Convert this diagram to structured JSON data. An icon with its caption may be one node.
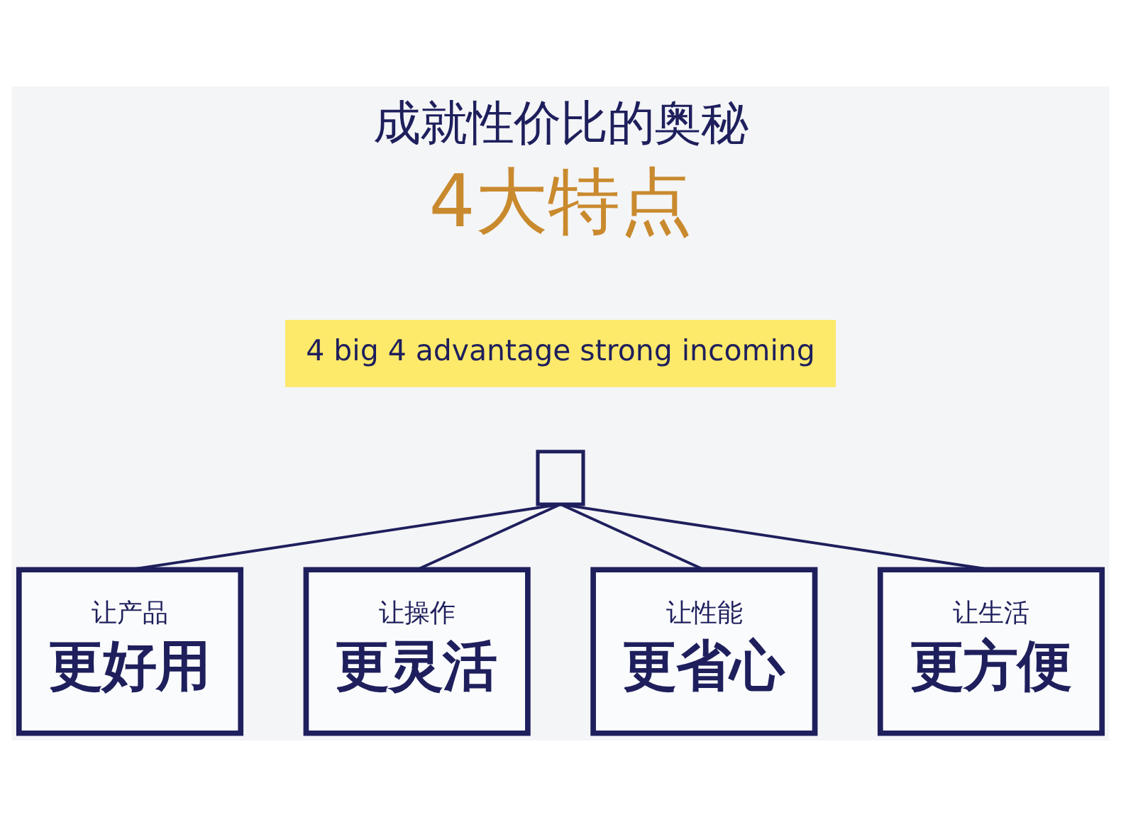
{
  "diagram": {
    "title": "成就性价比的奥秘",
    "nodes": [
      {
        "text": [],
        "shape": "box"
      },
      {
        "text": [
          "让产品",
          "更好用"
        ]
      },
      {
        "text": [
          "让操作",
          "更灵活"
        ]
      },
      {
        "text": [
          "让性能",
          "更省心"
        ]
      },
      {
        "text": [
          "让生活",
          "更方便"
        ]
      }
    ],
    "edges": [
      {
        "from": 0,
        "to": 1,
        "arrow": "none"
      },
      {
        "from": 0,
        "to": 2,
        "arrow": "none"
      },
      {
        "from": 0,
        "to": 3,
        "arrow": "none"
      },
      {
        "from": 0,
        "to": 4,
        "arrow": "none"
      }
    ],
    "labels": [
      "4大特点",
      "4 big 4 advantage strong incoming"
    ]
  }
}
